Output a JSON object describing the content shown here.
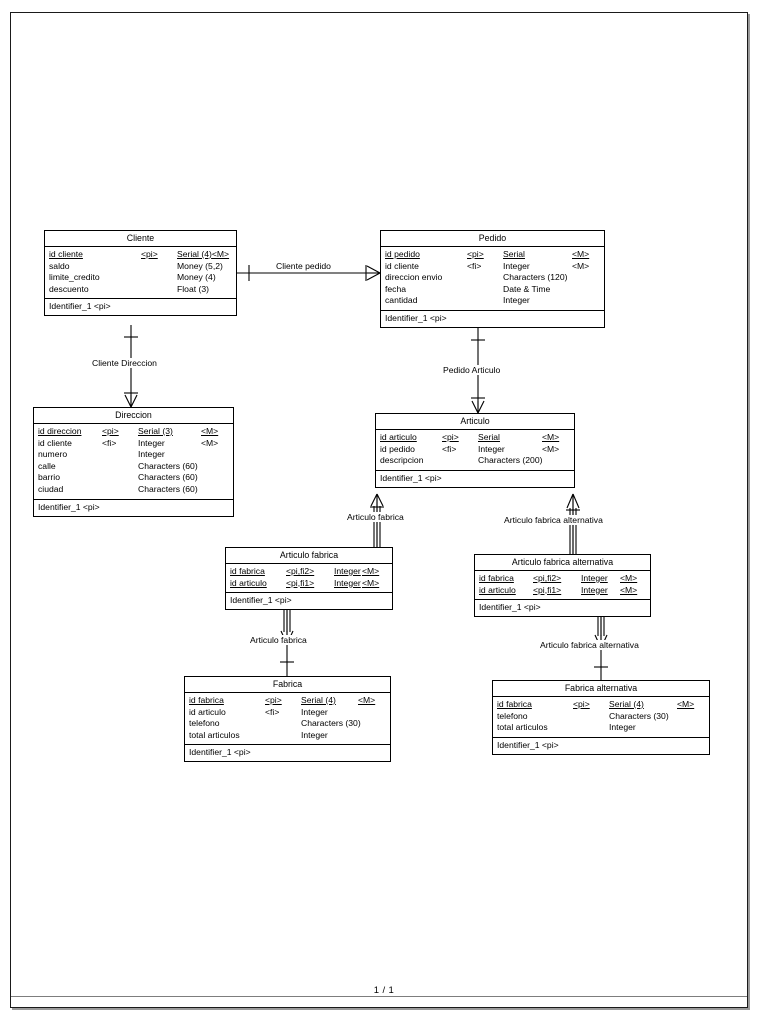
{
  "document": {
    "type": "er-diagram",
    "footer": "1 / 1"
  },
  "entities": [
    {
      "id": "cliente",
      "title": "Cliente",
      "identifier": "Identifier_1  <pi>",
      "attributes": [
        {
          "name": "id cliente",
          "key": "<pi>",
          "type": "Serial (4)",
          "mandatory": "<M>"
        },
        {
          "name": "saldo",
          "key": "",
          "type": "Money (5,2)",
          "mandatory": ""
        },
        {
          "name": "limite_credito",
          "key": "",
          "type": "Money (4)",
          "mandatory": ""
        },
        {
          "name": "descuento",
          "key": "",
          "type": "Float (3)",
          "mandatory": ""
        }
      ]
    },
    {
      "id": "pedido",
      "title": "Pedido",
      "identifier": "Identifier_1  <pi>",
      "attributes": [
        {
          "name": "id pedido",
          "key": "<pi>",
          "type": "Serial",
          "mandatory": "<M>"
        },
        {
          "name": "id cliente",
          "key": "<fi>",
          "type": "Integer",
          "mandatory": "<M>"
        },
        {
          "name": "direccion envio",
          "key": "",
          "type": "Characters (120)",
          "mandatory": ""
        },
        {
          "name": "fecha",
          "key": "",
          "type": "Date & Time",
          "mandatory": ""
        },
        {
          "name": "cantidad",
          "key": "",
          "type": "Integer",
          "mandatory": ""
        }
      ]
    },
    {
      "id": "direccion",
      "title": "Direccion",
      "identifier": "Identifier_1  <pi>",
      "attributes": [
        {
          "name": "id direccion",
          "key": "<pi>",
          "type": "Serial (3)",
          "mandatory": "<M>"
        },
        {
          "name": "id cliente",
          "key": "<fi>",
          "type": "Integer",
          "mandatory": "<M>"
        },
        {
          "name": "numero",
          "key": "",
          "type": "Integer",
          "mandatory": ""
        },
        {
          "name": "calle",
          "key": "",
          "type": "Characters (60)",
          "mandatory": ""
        },
        {
          "name": "barrio",
          "key": "",
          "type": "Characters (60)",
          "mandatory": ""
        },
        {
          "name": "ciudad",
          "key": "",
          "type": "Characters (60)",
          "mandatory": ""
        }
      ]
    },
    {
      "id": "articulo",
      "title": "Articulo",
      "identifier": "Identifier_1  <pi>",
      "attributes": [
        {
          "name": "id articulo",
          "key": "<pi>",
          "type": "Serial",
          "mandatory": "<M>"
        },
        {
          "name": "id pedido",
          "key": "<fi>",
          "type": "Integer",
          "mandatory": "<M>"
        },
        {
          "name": "descripcion",
          "key": "",
          "type": "Characters (200)",
          "mandatory": ""
        }
      ]
    },
    {
      "id": "articulo-fabrica",
      "title": "Articulo fabrica",
      "identifier": "Identifier_1  <pi>",
      "attributes": [
        {
          "name": "id fabrica",
          "key": "<pi,fi2>",
          "type": "Integer",
          "mandatory": "<M>"
        },
        {
          "name": "id articulo",
          "key": "<pi,fi1>",
          "type": "Integer",
          "mandatory": "<M>"
        }
      ]
    },
    {
      "id": "articulo-fabrica-alternativa",
      "title": "Articulo fabrica alternativa",
      "identifier": "Identifier_1  <pi>",
      "attributes": [
        {
          "name": "id fabrica",
          "key": "<pi,fi2>",
          "type": "Integer",
          "mandatory": "<M>"
        },
        {
          "name": "id articulo",
          "key": "<pi,fi1>",
          "type": "Integer",
          "mandatory": "<M>"
        }
      ]
    },
    {
      "id": "fabrica",
      "title": "Fabrica",
      "identifier": "Identifier_1  <pi>",
      "attributes": [
        {
          "name": "id fabrica",
          "key": "<pi>",
          "type": "Serial (4)",
          "mandatory": "<M>"
        },
        {
          "name": "id articulo",
          "key": "<fi>",
          "type": "Integer",
          "mandatory": ""
        },
        {
          "name": "telefono",
          "key": "",
          "type": "Characters (30)",
          "mandatory": ""
        },
        {
          "name": "total articulos",
          "key": "",
          "type": "Integer",
          "mandatory": ""
        }
      ]
    },
    {
      "id": "fabrica-alternativa",
      "title": "Fabrica alternativa",
      "identifier": "Identifier_1  <pi>",
      "attributes": [
        {
          "name": "id fabrica",
          "key": "<pi>",
          "type": "Serial (4)",
          "mandatory": "<M>"
        },
        {
          "name": "telefono",
          "key": "",
          "type": "Characters (30)",
          "mandatory": ""
        },
        {
          "name": "total articulos",
          "key": "",
          "type": "Integer",
          "mandatory": ""
        }
      ]
    }
  ],
  "relationships": [
    {
      "id": "cliente-pedido",
      "label": "Cliente pedido"
    },
    {
      "id": "cliente-direccion",
      "label": "Cliente Direccion"
    },
    {
      "id": "pedido-articulo",
      "label": "Pedido Articulo"
    },
    {
      "id": "articulo-fabrica-top",
      "label": "Articulo fabrica"
    },
    {
      "id": "articulo-fabrica-alternativa-top",
      "label": "Articulo fabrica alternativa"
    },
    {
      "id": "articulo-fabrica-bottom",
      "label": "Articulo fabrica"
    },
    {
      "id": "articulo-fabrica-alternativa-bottom",
      "label": "Articulo fabrica alternativa"
    }
  ],
  "colors": {
    "line": "#000000",
    "background": "#ffffff",
    "page_border": "#1a1a1a",
    "shadow": "#9a9a9a"
  }
}
